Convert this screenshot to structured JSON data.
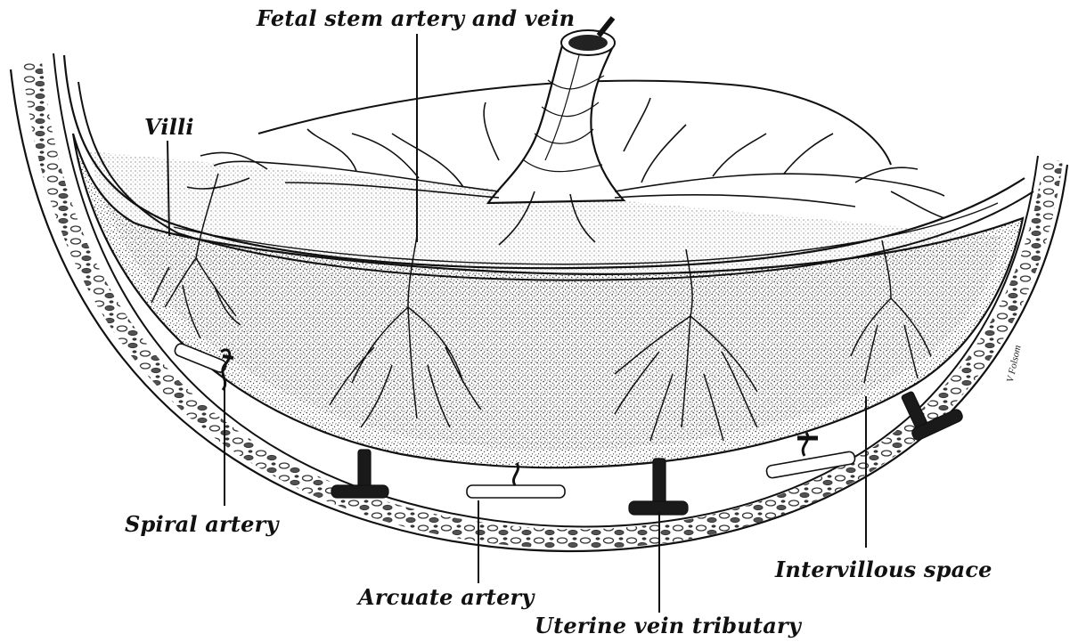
{
  "labels": {
    "fetal_stem": "Fetal stem artery and vein",
    "villi": "Villi",
    "spiral_artery": "Spiral artery",
    "arcuate_artery": "Arcuate artery",
    "uterine_vein": "Uterine vein tributary",
    "intervillous_space": "Intervillous space"
  },
  "signature": "V Folsom",
  "colors": {
    "ink": "#111111",
    "stipple": "#3a3a3a",
    "paper": "#ffffff"
  }
}
